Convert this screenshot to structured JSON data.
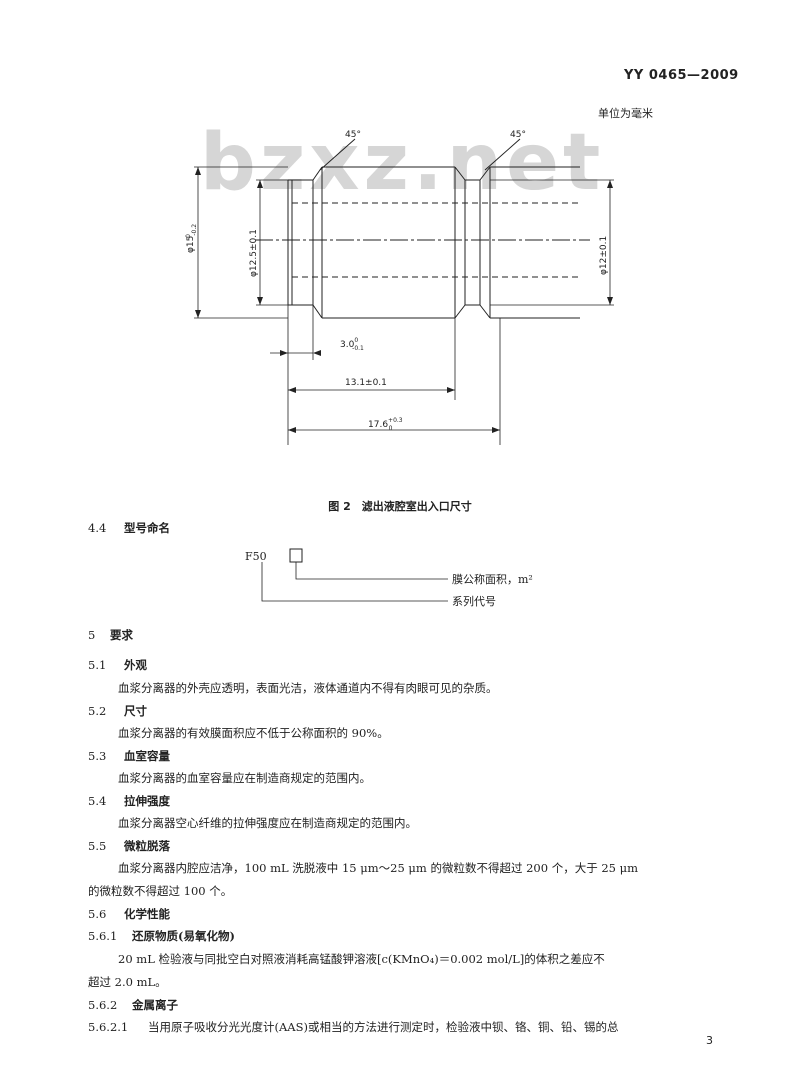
{
  "header": {
    "standard_no": "YY 0465—2009",
    "unit_note": "单位为毫米"
  },
  "watermark": "bzxz.net",
  "figure": {
    "angle_left": "45°",
    "angle_right": "45°",
    "dim_phi15_base": "φ15",
    "dim_phi15_tol": "-0.2",
    "dim_phi15_tol_upper": "0",
    "dim_phi125": "φ12.5±0.1",
    "dim_phi12": "φ12±0.1",
    "dim_30_base": "3.0",
    "dim_30_tol_upper": "0",
    "dim_30_tol_lower": "-0.1",
    "dim_131": "13.1±0.1",
    "dim_176_base": "17.6",
    "dim_176_tol_upper": "+0.3",
    "dim_176_tol_lower": "0",
    "caption": "图 2　滤出液腔室出入口尺寸"
  },
  "section_4_4": {
    "num": "4.4",
    "title": "型号命名",
    "model_code": "F50",
    "label_area": "膜公称面积，m²",
    "label_series": "系列代号"
  },
  "section_5": {
    "num": "5",
    "title": "要求"
  },
  "items": [
    {
      "num": "5.1",
      "title": "外观",
      "text": "血浆分离器的外壳应透明，表面光洁，液体通道内不得有肉眼可见的杂质。"
    },
    {
      "num": "5.2",
      "title": "尺寸",
      "text": "血浆分离器的有效膜面积应不低于公称面积的 90%。"
    },
    {
      "num": "5.3",
      "title": "血室容量",
      "text": "血浆分离器的血室容量应在制造商规定的范围内。"
    },
    {
      "num": "5.4",
      "title": "拉伸强度",
      "text": "血浆分离器空心纤维的拉伸强度应在制造商规定的范围内。"
    },
    {
      "num": "5.5",
      "title": "微粒脱落",
      "text": "血浆分离器内腔应洁净，100 mL 洗脱液中 15 μm～25 μm 的微粒数不得超过 200 个，大于 25 μm",
      "text2": "的微粒数不得超过 100 个。"
    }
  ],
  "section_5_6": {
    "num": "5.6",
    "title": "化学性能"
  },
  "section_5_6_1": {
    "num": "5.6.1",
    "title": "还原物质(易氧化物)",
    "text": "20 mL 检验液与同批空白对照液消耗高锰酸钾溶液[c(KMnO₄)＝0.002 mol/L]的体积之差应不",
    "text2": "超过 2.0 mL。"
  },
  "section_5_6_2": {
    "num": "5.6.2",
    "title": "金属离子"
  },
  "section_5_6_2_1": {
    "num": "5.6.2.1",
    "text": "当用原子吸收分光光度计(AAS)或相当的方法进行测定时，检验液中钡、铬、铜、铅、锡的总"
  },
  "page_number": "3"
}
